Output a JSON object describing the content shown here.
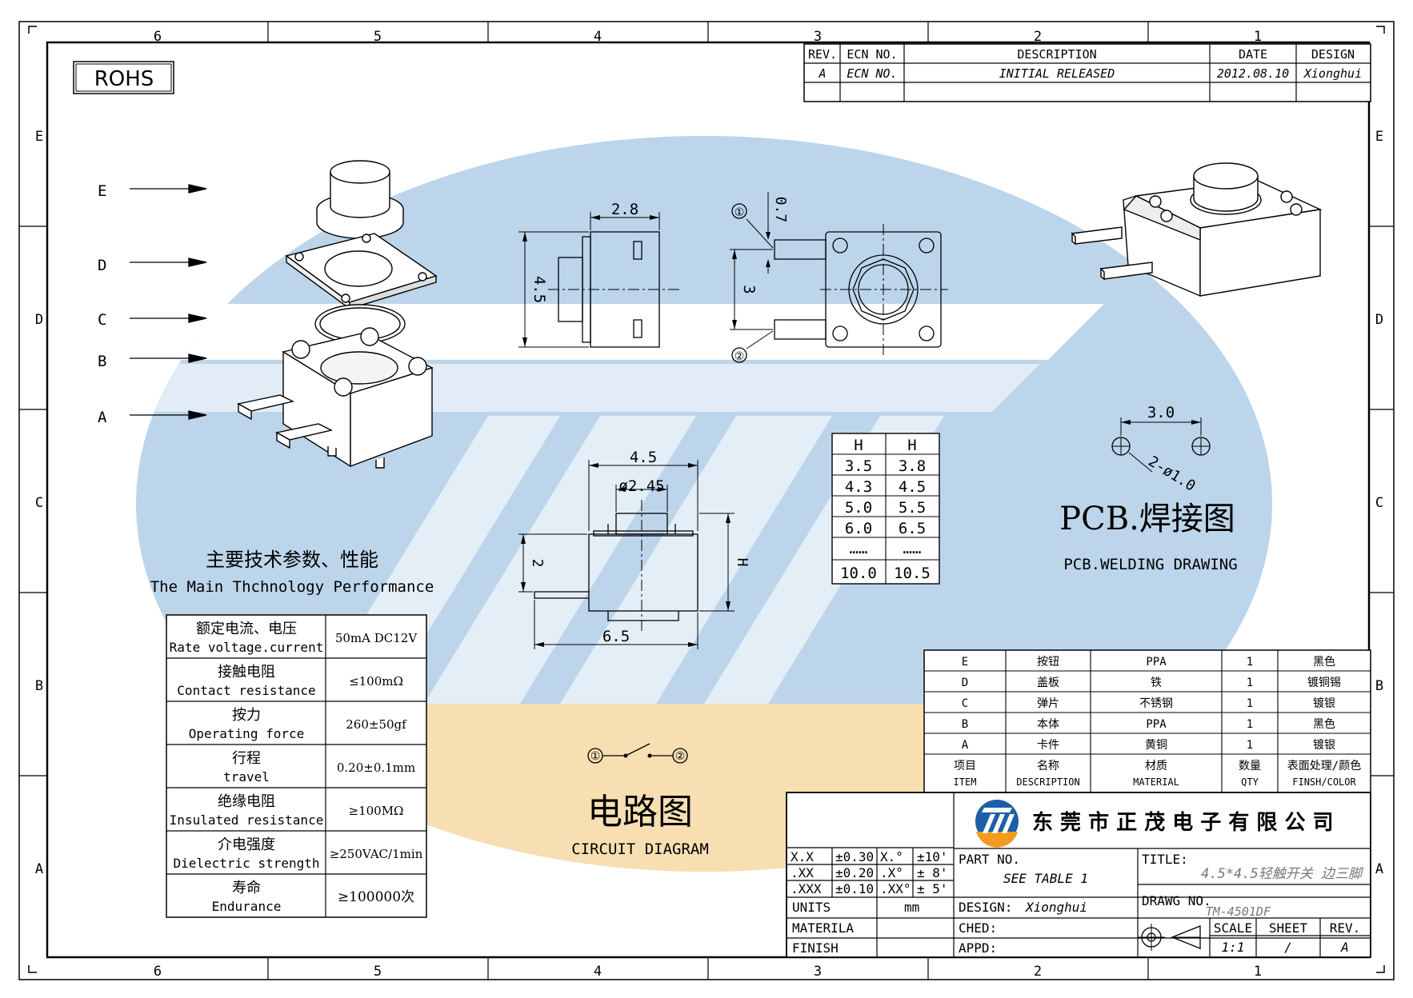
{
  "frame": {
    "col_labels": [
      "6",
      "5",
      "4",
      "3",
      "2",
      "1"
    ],
    "row_labels": [
      "E",
      "D",
      "C",
      "B",
      "A"
    ]
  },
  "rohs_label": "ROHS",
  "revision_table": {
    "headers": [
      "REV.",
      "ECN NO.",
      "DESCRIPTION",
      "DATE",
      "DESIGN"
    ],
    "row": [
      "A",
      "ECN NO.",
      "INITIAL RELEASED",
      "2012.08.10",
      "Xionghui"
    ]
  },
  "exploded_view": {
    "part_labels": [
      "E",
      "D",
      "C",
      "B",
      "A"
    ]
  },
  "side_view_dims": {
    "top": "2.8",
    "height": "4.5"
  },
  "top_view_dims": {
    "pin1": "①",
    "pin2": "②",
    "offset": "0.7",
    "pitch": "3"
  },
  "front_view_dims": {
    "top_width": "4.5",
    "stem_dia": "ø2.45",
    "pin_h": "2",
    "height": "H",
    "base": "6.5"
  },
  "height_table": {
    "headers": [
      "H",
      "H"
    ],
    "rows": [
      [
        "3.5",
        "3.8"
      ],
      [
        "4.3",
        "4.5"
      ],
      [
        "5.0",
        "5.5"
      ],
      [
        "6.0",
        "6.5"
      ],
      [
        "……",
        "……"
      ],
      [
        "10.0",
        "10.5"
      ]
    ]
  },
  "pcb": {
    "pitch": "3.0",
    "hole": "2-ø1.0",
    "title_cn": "PCB.焊接图",
    "title_en": "PCB.WELDING DRAWING"
  },
  "specs": {
    "title_cn": "主要技术参数、性能",
    "title_en": "The Main Thchnology Performance",
    "rows": [
      {
        "cn": "额定电流、电压",
        "en": "Rate voltage.current",
        "value": "50mA DC12V"
      },
      {
        "cn": "接触电阻",
        "en": "Contact resistance",
        "value": "≤100mΩ"
      },
      {
        "cn": "按力",
        "en": "Operating force",
        "value": "260±50gf"
      },
      {
        "cn": "行程",
        "en": "travel",
        "value": "0.20±0.1mm"
      },
      {
        "cn": "绝缘电阻",
        "en": "Insulated resistance",
        "value": "≥100MΩ"
      },
      {
        "cn": "介电强度",
        "en": "Dielectric strength",
        "value": "≥250VAC/1min"
      },
      {
        "cn": "寿命",
        "en": "Endurance",
        "value": "≥100000次"
      }
    ]
  },
  "circuit": {
    "pin1": "①",
    "pin2": "②",
    "title_cn": "电路图",
    "title_en": "CIRCUIT DIAGRAM"
  },
  "bom": {
    "rows": [
      [
        "E",
        "按钮",
        "PPA",
        "1",
        "黑色"
      ],
      [
        "D",
        "盖板",
        "铁",
        "1",
        "镀铜锡"
      ],
      [
        "C",
        "弹片",
        "不锈钢",
        "1",
        "镀银"
      ],
      [
        "B",
        "本体",
        "PPA",
        "1",
        "黑色"
      ],
      [
        "A",
        "卡件",
        "黄铜",
        "1",
        "镀银"
      ]
    ],
    "header_cn": [
      "项目",
      "名称",
      "材质",
      "数量",
      "表面处理/颜色"
    ],
    "header_en": [
      "ITEM",
      "DESCRIPTION",
      "MATERIAL",
      "QTY",
      "FINSH/COLOR"
    ]
  },
  "title_block": {
    "tolerances": [
      [
        "X.X",
        "±0.30",
        "X.°",
        "±10'"
      ],
      [
        ".XX",
        "±0.20",
        ".X°",
        "± 8'"
      ],
      [
        ".XXX",
        "±0.10",
        ".XX°",
        "± 5'"
      ]
    ],
    "units_label": "UNITS",
    "units_value": "mm",
    "material_label": "MATERILA",
    "finish_label": "FINISH",
    "company": "东 莞 市 正 茂 电 子 有 限 公 司",
    "part_no_label": "PART NO.",
    "part_no_value": "SEE TABLE 1",
    "title_label": "TITLE:",
    "title_value": "4.5*4.5轻触开关 边三脚",
    "design_label": "DESIGN:",
    "design_value": "Xionghui",
    "drawg_label": "DRAWG NO.",
    "drawg_value": "TM-4501DF",
    "ched_label": "CHED:",
    "appd_label": "APPD:",
    "scale_label": "SCALE",
    "scale_value": "1:1",
    "sheet_label": "SHEET",
    "sheet_value": "/",
    "rev_label": "REV.",
    "rev_value": "A"
  },
  "colors": {
    "watermark_blue": "#bcd5ea",
    "watermark_orange": "#f7dfb2",
    "line": "#000000",
    "logo_blue": "#1d5fa8",
    "logo_orange": "#f29b1f"
  }
}
